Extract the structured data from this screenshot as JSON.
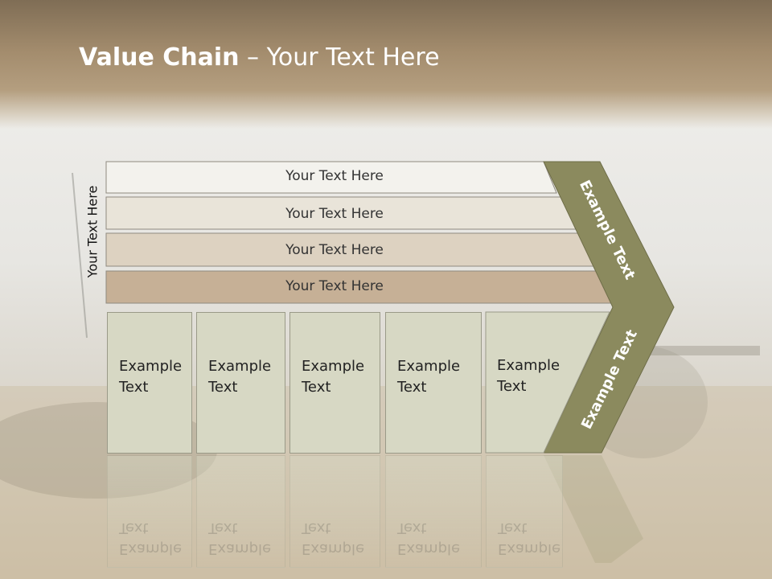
{
  "title": {
    "bold": "Value Chain",
    "rest": " – Your Text Here"
  },
  "side_label": "Your Text Here",
  "rows": [
    {
      "text": "Your Text Here",
      "fill": "#f3f2ed"
    },
    {
      "text": "Your Text Here",
      "fill": "#e9e4d9"
    },
    {
      "text": "Your Text Here",
      "fill": "#ddd2c1"
    },
    {
      "text": "Your Text Here",
      "fill": "#c6b096"
    }
  ],
  "columns": [
    {
      "line1": "Example",
      "line2": "Text"
    },
    {
      "line1": "Example",
      "line2": "Text"
    },
    {
      "line1": "Example",
      "line2": "Text"
    },
    {
      "line1": "Example",
      "line2": "Text"
    },
    {
      "line1": "Example",
      "line2": "Text"
    }
  ],
  "arrow": {
    "top_label": "Example Text",
    "bottom_label": "Example Text",
    "color": "#8b8a5e"
  }
}
